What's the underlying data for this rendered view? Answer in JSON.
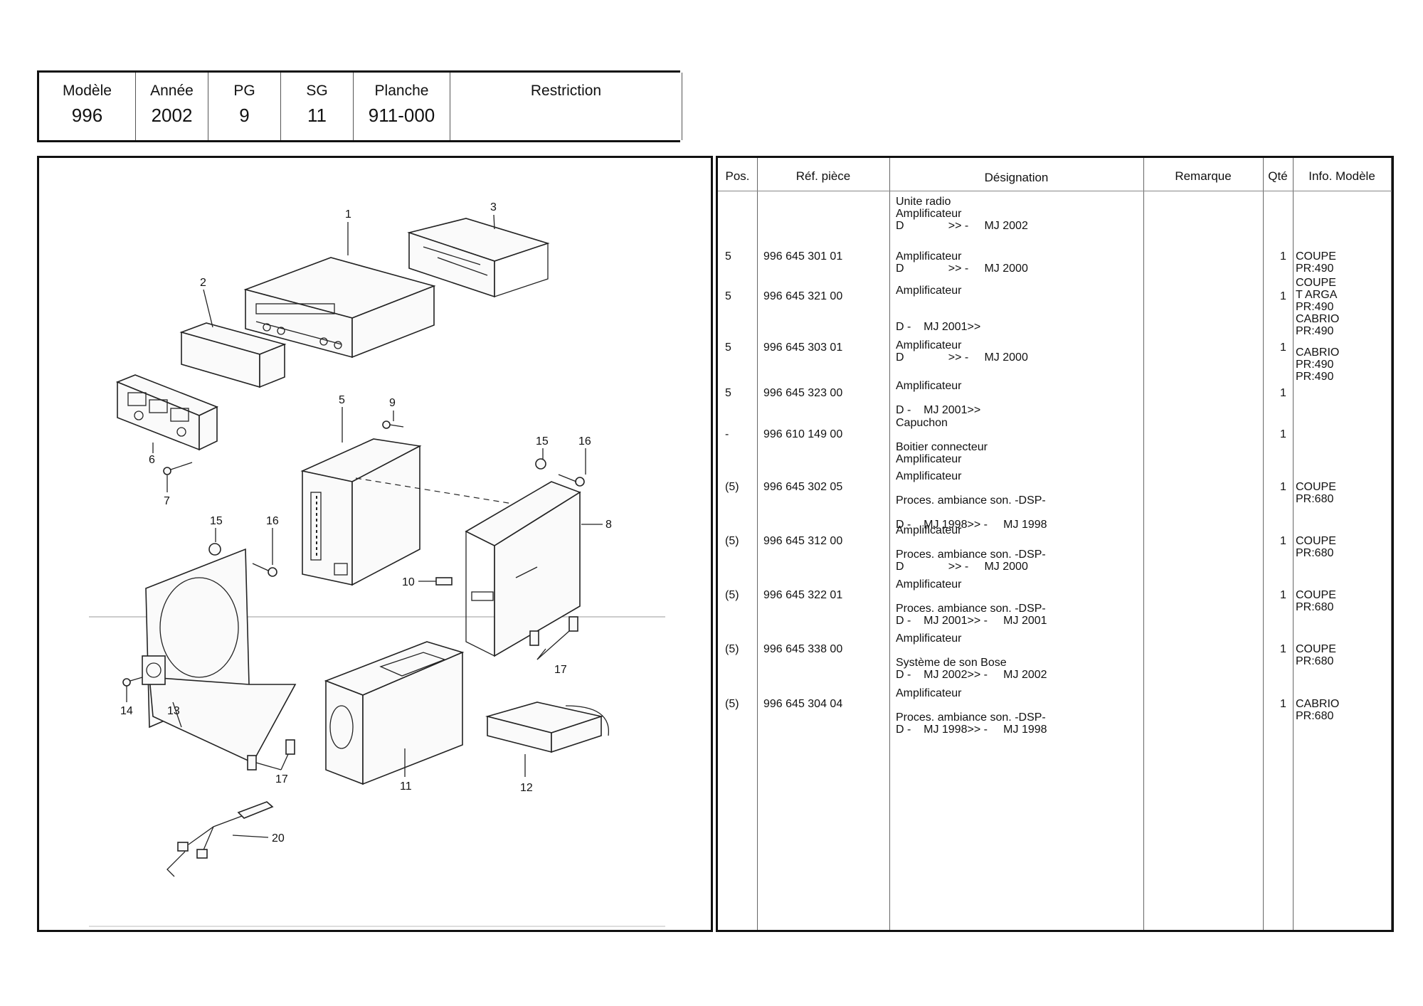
{
  "header": {
    "modele_label": "Modèle",
    "modele_value": "996",
    "annee_label": "Année",
    "annee_value": "2002",
    "pg_label": "PG",
    "pg_value": "9",
    "sg_label": "SG",
    "sg_value": "11",
    "planche_label": "Planche",
    "planche_value": "911-000",
    "restriction_label": "Restriction",
    "restriction_value": ""
  },
  "diagram": {
    "callouts": [
      "1",
      "2",
      "3",
      "5",
      "9",
      "15",
      "16",
      "6",
      "7",
      "15",
      "16",
      "8",
      "10",
      "17",
      "14",
      "13",
      "17",
      "11",
      "12",
      "20"
    ]
  },
  "table": {
    "columns": {
      "pos": "Pos.",
      "ref": "Réf. pièce",
      "designation": "Désignation",
      "remarque": "Remarque",
      "qte": "Qté",
      "info": "Info. Modèle"
    },
    "rows": [
      {
        "pos": "",
        "ref": "",
        "qte": "",
        "info": [],
        "desc": [
          "Unite radio",
          "Amplificateur",
          "D              >> -     MJ 2002"
        ]
      },
      {
        "pos": "5",
        "ref": "996 645 301 01",
        "qte": "1",
        "info": [
          "COUPE",
          "PR:490"
        ],
        "desc": [
          "Amplificateur",
          "D              >> -     MJ 2000"
        ]
      },
      {
        "pos": "5",
        "ref": "996 645 321 00",
        "qte": "1",
        "info": [
          "COUPE",
          "T ARGA",
          "PR:490",
          "CABRIO",
          "PR:490"
        ],
        "desc": [
          "Amplificateur",
          "",
          "",
          "D -    MJ 2001>>"
        ]
      },
      {
        "pos": "5",
        "ref": "996 645 303 01",
        "qte": "1",
        "info": [
          "CABRIO",
          "PR:490",
          "PR:490"
        ],
        "desc": [
          "Amplificateur",
          "D              >> -     MJ 2000"
        ]
      },
      {
        "pos": "5",
        "ref": "996 645 323 00",
        "qte": "1",
        "info": [],
        "desc": [
          "Amplificateur",
          "",
          "D -    MJ 2001>>"
        ]
      },
      {
        "pos": "-",
        "ref": "996 610 149 00",
        "qte": "1",
        "info": [],
        "desc": [
          "Capuchon",
          "",
          "Boitier connecteur",
          "Amplificateur"
        ]
      },
      {
        "pos": "(5)",
        "ref": "996 645 302 05",
        "qte": "1",
        "info": [
          "COUPE",
          "PR:680"
        ],
        "desc": [
          "Amplificateur",
          "",
          "Proces. ambiance son. -DSP-",
          "",
          "D -    MJ 1998>> -     MJ 1998"
        ]
      },
      {
        "pos": "(5)",
        "ref": "996 645 312 00",
        "qte": "1",
        "info": [
          "COUPE",
          "PR:680"
        ],
        "desc": [
          "Amplificateur",
          "",
          "Proces. ambiance son. -DSP-",
          "D              >> -     MJ 2000"
        ]
      },
      {
        "pos": "(5)",
        "ref": "996 645 322 01",
        "qte": "1",
        "info": [
          "COUPE",
          "PR:680"
        ],
        "desc": [
          "Amplificateur",
          "",
          "Proces. ambiance son. -DSP-",
          "D -    MJ 2001>> -     MJ 2001"
        ]
      },
      {
        "pos": "(5)",
        "ref": "996 645 338 00",
        "qte": "1",
        "info": [
          "COUPE",
          "PR:680"
        ],
        "desc": [
          "Amplificateur",
          "",
          "Système de son Bose",
          "D -    MJ 2002>> -     MJ 2002"
        ]
      },
      {
        "pos": "(5)",
        "ref": "996 645 304 04",
        "qte": "1",
        "info": [
          "CABRIO",
          "PR:680"
        ],
        "desc": [
          "Amplificateur",
          "",
          "Proces. ambiance son. -DSP-",
          "D -    MJ 1998>> -     MJ 1998"
        ]
      }
    ]
  }
}
